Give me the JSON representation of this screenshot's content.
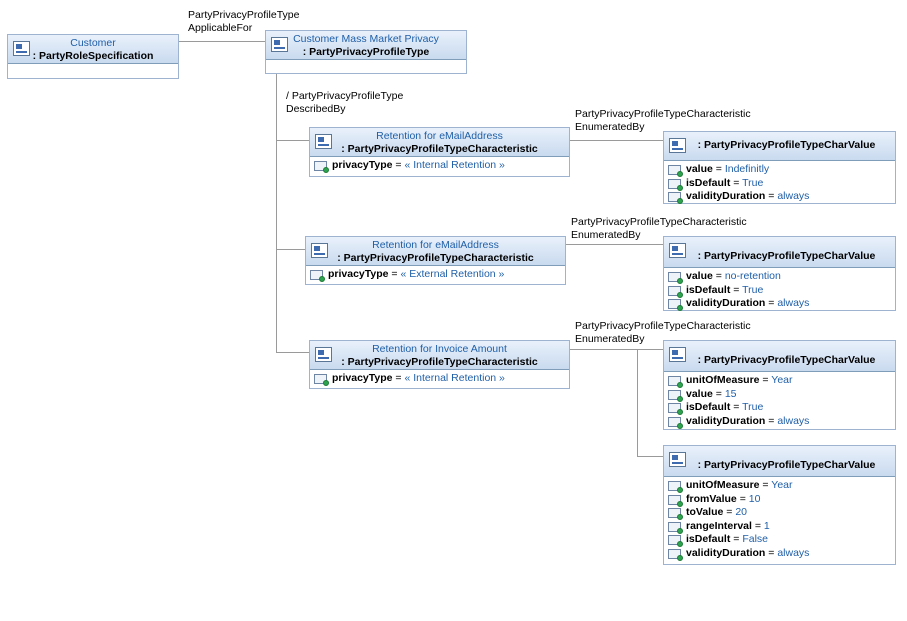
{
  "nodes": {
    "customer": {
      "name": "Customer",
      "type": ": PartyRoleSpecification"
    },
    "profile": {
      "name": "Customer Mass Market Privacy",
      "type": ": PartyPrivacyProfileType"
    },
    "char1": {
      "name": "Retention for eMailAddress",
      "type": ": PartyPrivacyProfileTypeCharacteristic",
      "attrs": [
        {
          "name": "privacyType",
          "eq": " = ",
          "value": "« Internal Retention »"
        }
      ]
    },
    "char2": {
      "name": "Retention for eMailAddress",
      "type": ": PartyPrivacyProfileTypeCharacteristic",
      "attrs": [
        {
          "name": "privacyType",
          "eq": " = ",
          "value": "« External Retention »"
        }
      ]
    },
    "char3": {
      "name": "Retention for Invoice Amount",
      "type": ": PartyPrivacyProfileTypeCharacteristic",
      "attrs": [
        {
          "name": "privacyType",
          "eq": " = ",
          "value": "« Internal Retention »"
        }
      ]
    },
    "val1": {
      "type": ": PartyPrivacyProfileTypeCharValue",
      "attrs": [
        {
          "name": "value",
          "eq": " = ",
          "value": "Indefinitly"
        },
        {
          "name": "isDefault",
          "eq": " = ",
          "value": "True"
        },
        {
          "name": "validityDuration",
          "eq": " = ",
          "value": "always"
        }
      ]
    },
    "val2": {
      "type": ": PartyPrivacyProfileTypeCharValue",
      "attrs": [
        {
          "name": "value",
          "eq": " = ",
          "value": "no-retention"
        },
        {
          "name": "isDefault",
          "eq": " = ",
          "value": "True"
        },
        {
          "name": "validityDuration",
          "eq": " = ",
          "value": "always"
        }
      ]
    },
    "val3": {
      "type": ": PartyPrivacyProfileTypeCharValue",
      "attrs": [
        {
          "name": "unitOfMeasure",
          "eq": " = ",
          "value": "Year"
        },
        {
          "name": "value",
          "eq": " = ",
          "value": "15"
        },
        {
          "name": "isDefault",
          "eq": " = ",
          "value": "True"
        },
        {
          "name": "validityDuration",
          "eq": " = ",
          "value": "always"
        }
      ]
    },
    "val4": {
      "type": ": PartyPrivacyProfileTypeCharValue",
      "attrs": [
        {
          "name": "unitOfMeasure",
          "eq": " = ",
          "value": "Year"
        },
        {
          "name": "fromValue",
          "eq": " = ",
          "value": "10"
        },
        {
          "name": "toValue",
          "eq": " = ",
          "value": "20"
        },
        {
          "name": "rangeInterval",
          "eq": " = ",
          "value": "1"
        },
        {
          "name": "isDefault",
          "eq": " = ",
          "value": "False"
        },
        {
          "name": "validityDuration",
          "eq": " = ",
          "value": "always"
        }
      ]
    }
  },
  "edges": {
    "applicable": {
      "line1": "PartyPrivacyProfileType",
      "line2": "ApplicableFor"
    },
    "described": {
      "line1": "/ PartyPrivacyProfileType",
      "line2": "DescribedBy"
    },
    "enum1": {
      "line1": "PartyPrivacyProfileTypeCharacteristic",
      "line2": "EnumeratedBy"
    },
    "enum2": {
      "line1": "PartyPrivacyProfileTypeCharacteristic",
      "line2": "EnumeratedBy"
    },
    "enum3": {
      "line1": "PartyPrivacyProfileTypeCharacteristic",
      "line2": "EnumeratedBy"
    }
  }
}
